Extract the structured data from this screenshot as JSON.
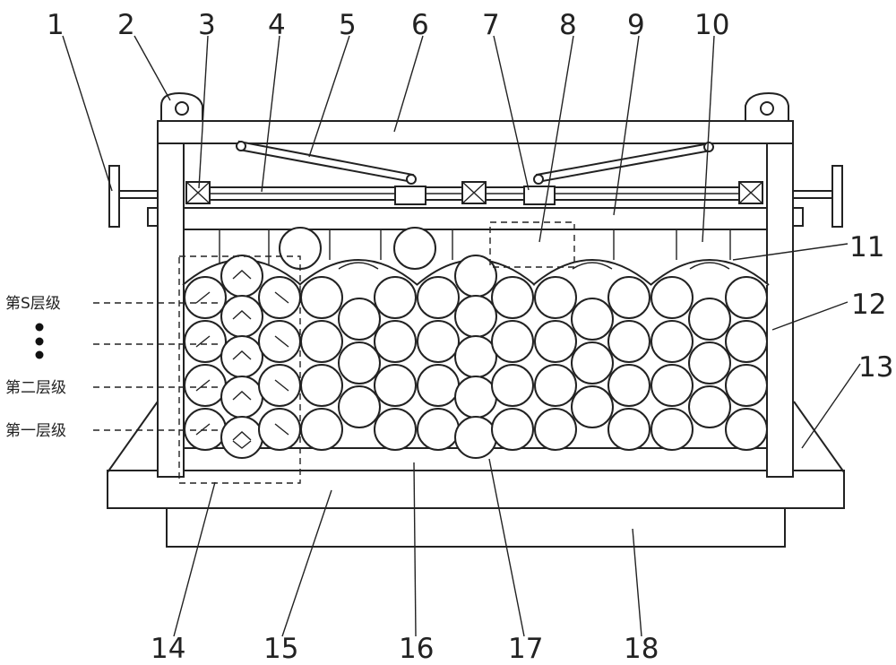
{
  "part_numbers": [
    "1",
    "2",
    "3",
    "4",
    "5",
    "6",
    "7",
    "8",
    "9",
    "10",
    "11",
    "12",
    "13",
    "14",
    "15",
    "16",
    "17",
    "18"
  ],
  "level_labels": {
    "level_s": "第S层级",
    "level_2": "第二层级",
    "level_1": "第一层级",
    "ellipsis": "⋮"
  }
}
